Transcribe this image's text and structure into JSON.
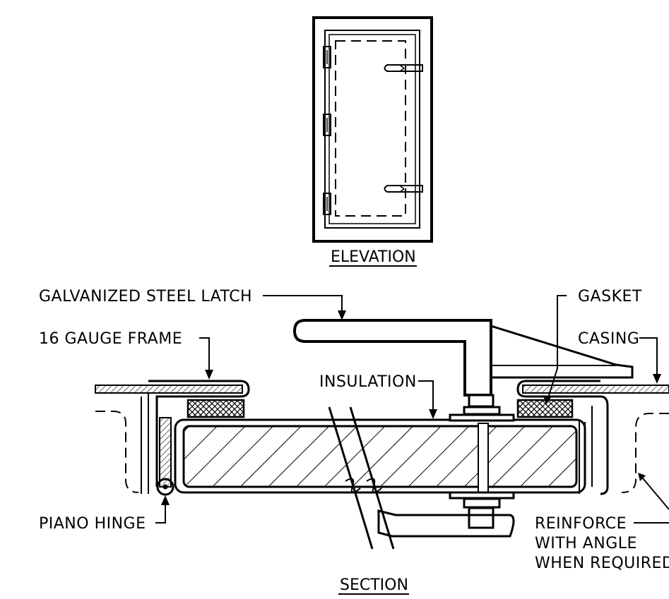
{
  "elevation": {
    "title": "ELEVATION"
  },
  "section": {
    "title": "SECTION",
    "labels": {
      "latch": "GALVANIZED STEEL LATCH",
      "frame": "16 GAUGE FRAME",
      "insulation": "INSULATION",
      "gasket": "GASKET",
      "casing": "CASING",
      "hinge": "PIANO HINGE",
      "reinforce_1": "REINFORCE",
      "reinforce_2": "WITH ANGLE",
      "reinforce_3": "WHEN REQUIRED"
    }
  }
}
